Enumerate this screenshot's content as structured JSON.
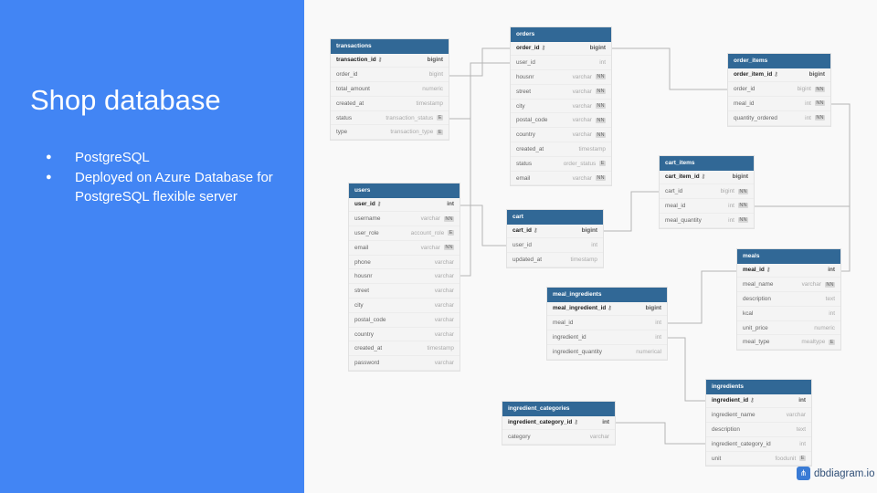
{
  "slide": {
    "title": "Shop database",
    "bullets": [
      "PostgreSQL",
      "Deployed on Azure Database for PostgreSQL flexible server"
    ]
  },
  "colors": {
    "left_panel": "#4285f4",
    "table_header": "#316896",
    "canvas": "#f9f9f9"
  },
  "brand": {
    "text": "dbdiagram.io",
    "icon": "dbdiagram-logo-icon"
  },
  "tables": [
    {
      "id": "transactions",
      "name": "transactions",
      "fields": [
        {
          "name": "transaction_id",
          "type": "bigint",
          "pk": true
        },
        {
          "name": "order_id",
          "type": "bigint"
        },
        {
          "name": "total_amount",
          "type": "numeric"
        },
        {
          "name": "created_at",
          "type": "timestamp"
        },
        {
          "name": "status",
          "type": "transaction_status",
          "badge": "E"
        },
        {
          "name": "type",
          "type": "transaction_type",
          "badge": "E"
        }
      ]
    },
    {
      "id": "orders",
      "name": "orders",
      "fields": [
        {
          "name": "order_id",
          "type": "bigint",
          "pk": true
        },
        {
          "name": "user_id",
          "type": "int"
        },
        {
          "name": "housnr",
          "type": "varchar",
          "badge": "NN"
        },
        {
          "name": "street",
          "type": "varchar",
          "badge": "NN"
        },
        {
          "name": "city",
          "type": "varchar",
          "badge": "NN"
        },
        {
          "name": "postal_code",
          "type": "varchar",
          "badge": "NN"
        },
        {
          "name": "country",
          "type": "varchar",
          "badge": "NN"
        },
        {
          "name": "created_at",
          "type": "timestamp"
        },
        {
          "name": "status",
          "type": "order_status",
          "badge": "E"
        },
        {
          "name": "email",
          "type": "varchar",
          "badge": "NN"
        }
      ]
    },
    {
      "id": "order_items",
      "name": "order_items",
      "fields": [
        {
          "name": "order_item_id",
          "type": "bigint",
          "pk": true
        },
        {
          "name": "order_id",
          "type": "bigint",
          "badge": "NN"
        },
        {
          "name": "meal_id",
          "type": "int",
          "badge": "NN"
        },
        {
          "name": "quantity_ordered",
          "type": "int",
          "badge": "NN"
        }
      ]
    },
    {
      "id": "cart_items",
      "name": "cart_items",
      "fields": [
        {
          "name": "cart_item_id",
          "type": "bigint",
          "pk": true
        },
        {
          "name": "cart_id",
          "type": "bigint",
          "badge": "NN"
        },
        {
          "name": "meal_id",
          "type": "int",
          "badge": "NN"
        },
        {
          "name": "meal_quantity",
          "type": "int",
          "badge": "NN"
        }
      ]
    },
    {
      "id": "users",
      "name": "users",
      "fields": [
        {
          "name": "user_id",
          "type": "int",
          "pk": true
        },
        {
          "name": "username",
          "type": "varchar",
          "badge": "NN"
        },
        {
          "name": "user_role",
          "type": "account_role",
          "badge": "E"
        },
        {
          "name": "email",
          "type": "varchar",
          "badge": "NN"
        },
        {
          "name": "phone",
          "type": "varchar"
        },
        {
          "name": "housnr",
          "type": "varchar"
        },
        {
          "name": "street",
          "type": "varchar"
        },
        {
          "name": "city",
          "type": "varchar"
        },
        {
          "name": "postal_code",
          "type": "varchar"
        },
        {
          "name": "country",
          "type": "varchar"
        },
        {
          "name": "created_at",
          "type": "timestamp"
        },
        {
          "name": "password",
          "type": "varchar"
        }
      ]
    },
    {
      "id": "cart",
      "name": "cart",
      "fields": [
        {
          "name": "cart_id",
          "type": "bigint",
          "pk": true
        },
        {
          "name": "user_id",
          "type": "int"
        },
        {
          "name": "updated_at",
          "type": "timestamp"
        }
      ]
    },
    {
      "id": "meals",
      "name": "meals",
      "fields": [
        {
          "name": "meal_id",
          "type": "int",
          "pk": true
        },
        {
          "name": "meal_name",
          "type": "varchar",
          "badge": "NN"
        },
        {
          "name": "description",
          "type": "text"
        },
        {
          "name": "kcal",
          "type": "int"
        },
        {
          "name": "unit_price",
          "type": "numeric"
        },
        {
          "name": "meal_type",
          "type": "mealtype",
          "badge": "E"
        }
      ]
    },
    {
      "id": "meal_ingredients",
      "name": "meal_ingredients",
      "fields": [
        {
          "name": "meal_ingredient_id",
          "type": "bigint",
          "pk": true
        },
        {
          "name": "meal_id",
          "type": "int"
        },
        {
          "name": "ingredient_id",
          "type": "int"
        },
        {
          "name": "ingredient_quantity",
          "type": "numerical"
        }
      ]
    },
    {
      "id": "ingredients",
      "name": "ingredients",
      "fields": [
        {
          "name": "ingredient_id",
          "type": "int",
          "pk": true
        },
        {
          "name": "ingredient_name",
          "type": "varchar"
        },
        {
          "name": "description",
          "type": "text"
        },
        {
          "name": "ingredient_category_id",
          "type": "int"
        },
        {
          "name": "unit",
          "type": "foodunit",
          "badge": "E"
        }
      ]
    },
    {
      "id": "ingredient_categories",
      "name": "ingredient_categories",
      "fields": [
        {
          "name": "ingredient_category_id",
          "type": "int",
          "pk": true
        },
        {
          "name": "category",
          "type": "varchar"
        }
      ]
    }
  ]
}
